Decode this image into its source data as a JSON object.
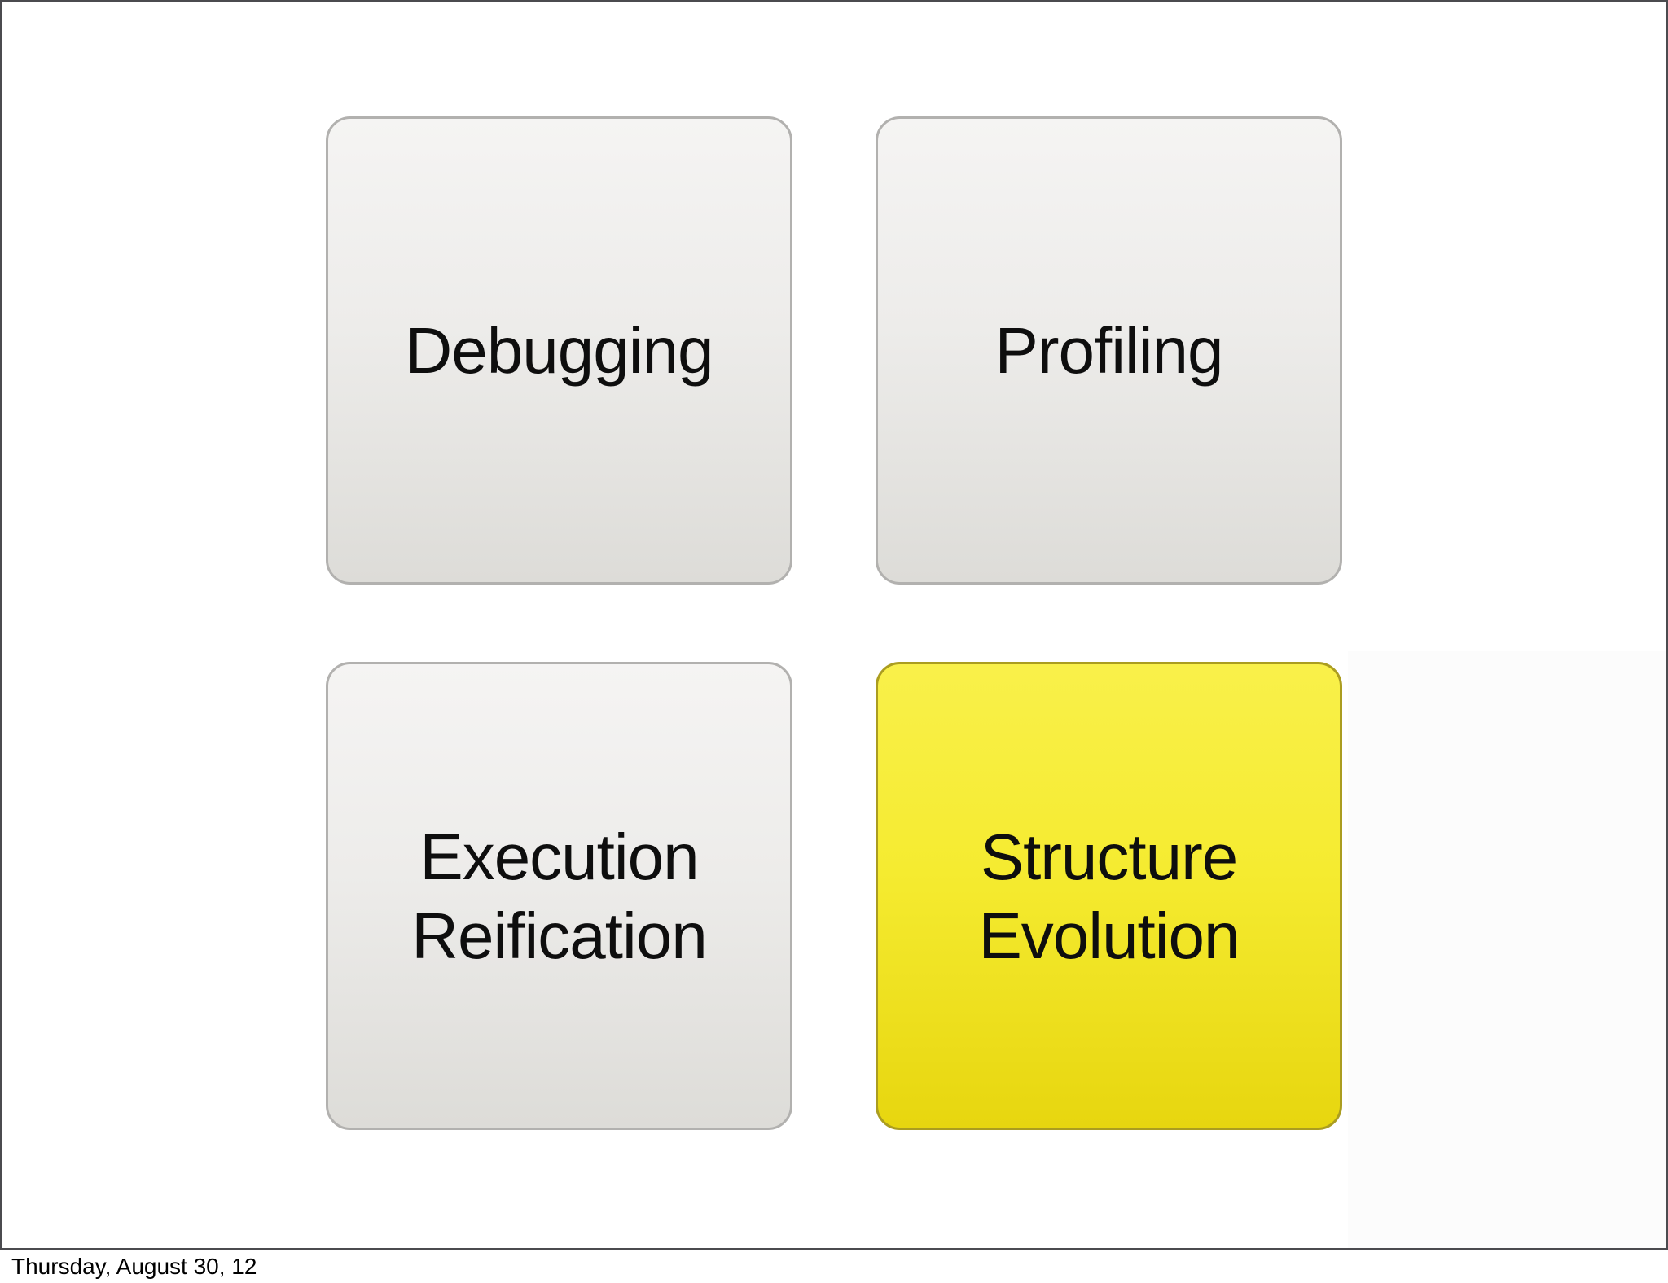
{
  "slide": {
    "boxes": [
      {
        "label": "Debugging",
        "highlighted": false
      },
      {
        "label": "Profiling",
        "highlighted": false
      },
      {
        "label": "Execution Reification",
        "highlighted": false
      },
      {
        "label": "Structure Evolution",
        "highlighted": true
      }
    ]
  },
  "footer": {
    "date": "Thursday, August 30, 12"
  },
  "colors": {
    "gray_box_top": "#f5f4f3",
    "gray_box_bottom": "#dddcd8",
    "gray_box_border": "#b2b1af",
    "highlight_box_top": "#f9f04a",
    "highlight_box_bottom": "#e7d60f",
    "highlight_box_border": "#ab9d20",
    "label_text": "#0e0e0e",
    "slide_frame_border": "#4b4b4f",
    "background": "#ffffff"
  }
}
